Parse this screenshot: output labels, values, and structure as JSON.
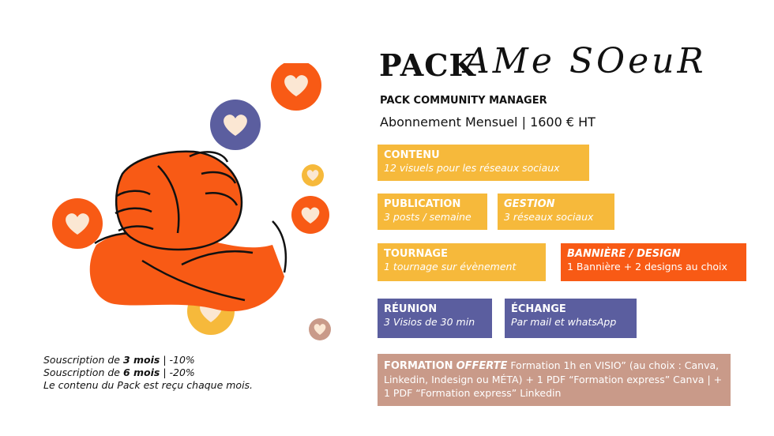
{
  "title": {
    "pack": "PACK",
    "name": "AMe SOeuR"
  },
  "subtitle": "PACK COMMUNITY MANAGER",
  "price": "Abonnement Mensuel | 1600 € HT",
  "colors": {
    "yellow": "#f6b93b",
    "orange": "#f85a15",
    "blue": "#5b5e9f",
    "rose": "#c99a89"
  },
  "boxes": {
    "contenu": {
      "heading": "CONTENU",
      "text": "12 visuels pour les réseaux sociaux"
    },
    "publication": {
      "heading": "PUBLICATION",
      "text": "3 posts / semaine"
    },
    "gestion": {
      "heading": "GESTION",
      "text": "3 réseaux sociaux"
    },
    "tournage": {
      "heading": "TOURNAGE",
      "text": "1 tournage sur évènement"
    },
    "banniere": {
      "heading": "BANNIÈRE / DESIGN",
      "text": "1 Bannière + 2 designs au choix"
    },
    "reunion": {
      "heading": "RÉUNION",
      "text": "3 Visios de 30 min"
    },
    "echange": {
      "heading": "ÉCHANGE",
      "text": "Par mail et whatsApp"
    },
    "formation": {
      "heading": "FORMATION",
      "heading_emph": "OFFERTE",
      "text": "Formation 1h en VISIO” (au choix : Canva, Linkedin, Indesign ou MÉTA) + 1 PDF “Formation express” Canva | + 1 PDF “Formation express” Linkedin"
    }
  },
  "notes": {
    "line1": {
      "prefix": "Souscription de ",
      "bold": "3 mois",
      "suffix": " | -10%"
    },
    "line2": {
      "prefix": "Souscription de ",
      "bold": "6 mois",
      "suffix": " | -20%"
    },
    "line3": "Le contenu du Pack est reçu chaque mois."
  },
  "illustration": {
    "main": "handshake-illustration",
    "bubbles": "heart-icon"
  }
}
